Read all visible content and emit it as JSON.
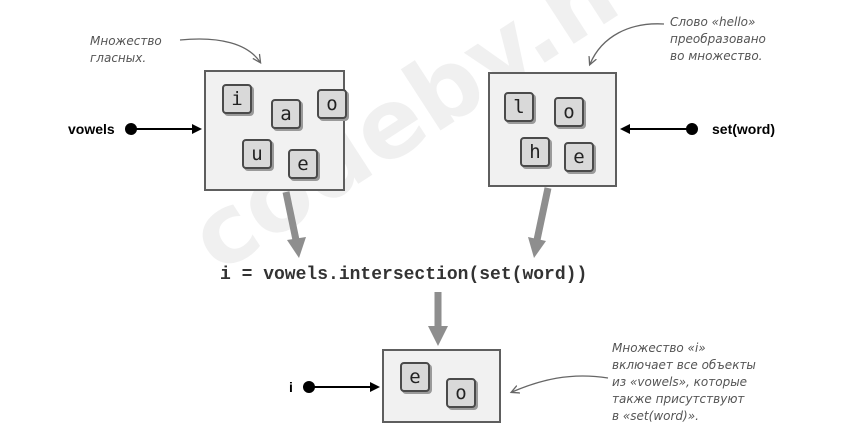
{
  "watermark": "codeby.net",
  "labels": {
    "vowels": "vowels",
    "set_word": "set(word)",
    "i": "i"
  },
  "code": "i = vowels.intersection(set(word))",
  "notes": {
    "vowels_set": [
      "Множество",
      "гласных."
    ],
    "hello_set": [
      "Слово «hello»",
      "преобразовано",
      "во множество."
    ],
    "result_set": [
      "Множество «i»",
      "включает все объекты",
      "из «vowels», которые",
      "также присутствуют",
      "в «set(word)»."
    ]
  },
  "vowels_tiles": [
    "i",
    "a",
    "o",
    "u",
    "e"
  ],
  "word_tiles": [
    "l",
    "o",
    "h",
    "e"
  ],
  "result_tiles": [
    "e",
    "o"
  ]
}
